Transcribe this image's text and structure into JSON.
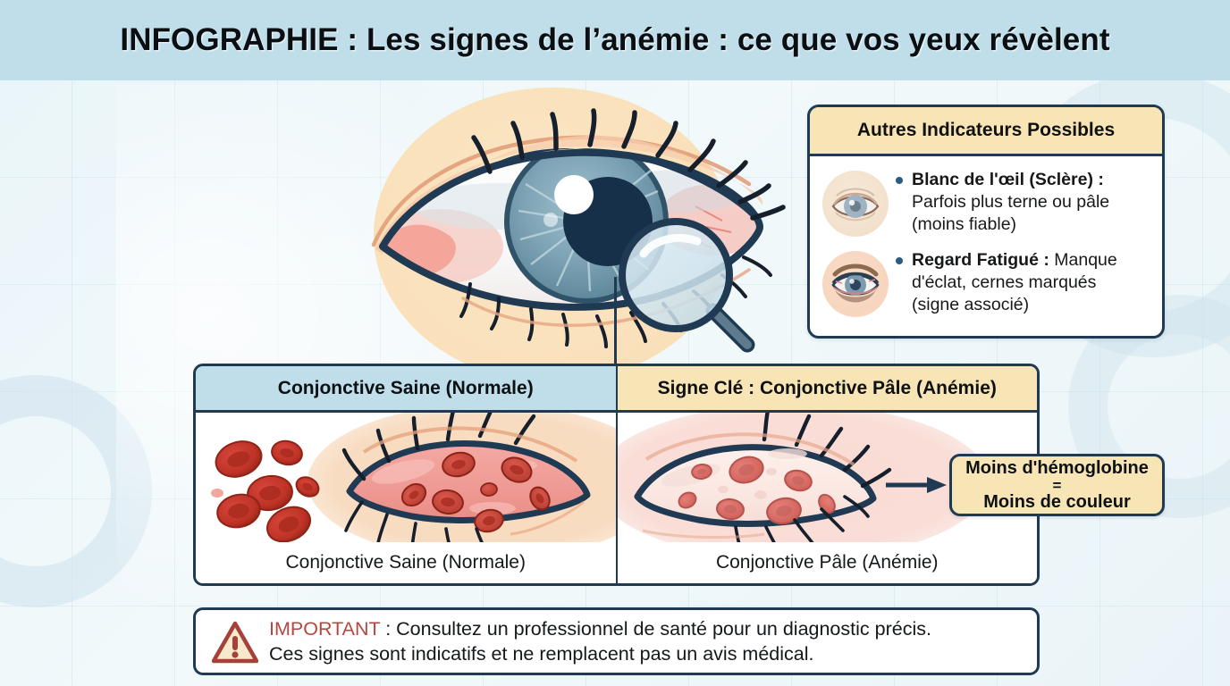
{
  "header": {
    "title": "INFOGRAPHIE : Les signes de l’anémie : ce que vos yeux révèlent"
  },
  "hero": {
    "icon_eye": "eye-illustration",
    "icon_magnifier": "magnifying-glass-icon"
  },
  "panel": {
    "heading": "Autres Indicateurs Possibles",
    "items": [
      {
        "icon": "pale-sclera-eye-icon",
        "term": "Blanc de l'œil (Sclère) :",
        "desc": " Parfois plus terne ou pâle (moins fiable)"
      },
      {
        "icon": "tired-eye-icon",
        "term": "Regard Fatigué :",
        "desc": " Manque d'éclat, cernes marqués (signe associé)"
      }
    ]
  },
  "comparison": {
    "headers": {
      "left": "Conjonctive Saine (Normale)",
      "right": "Signe Clé : Conjonctive Pâle (Anémie)"
    },
    "captions": {
      "left": "Conjonctive Saine (Normale)",
      "right": "Conjonctive Pâle (Anémie)"
    },
    "art": {
      "left_cells": "red-blood-cells-icon",
      "left_eye": "healthy-conjunctiva-eye-icon",
      "right_eye": "pale-conjunctiva-eye-icon"
    }
  },
  "callout": {
    "line1": "Moins d'hémoglobine",
    "equals": "=",
    "line2": "Moins de couleur",
    "arrow_icon": "right-arrow-icon"
  },
  "warning": {
    "icon": "warning-triangle-icon",
    "keyword": "IMPORTANT",
    "line1": " : Consultez un professionnel de santé pour un diagnostic précis.",
    "line2": "Ces signes sont indicatifs et ne remplacent pas un avis médical."
  },
  "colors": {
    "header_band": "#bfdeea",
    "accent_outline": "#1f3a52",
    "cream_panel": "#f7e5b6",
    "blue_panel": "#bfdeea",
    "warning_red": "#b4483f",
    "blood_red": "#c0392b",
    "background": "#eef6f9"
  }
}
